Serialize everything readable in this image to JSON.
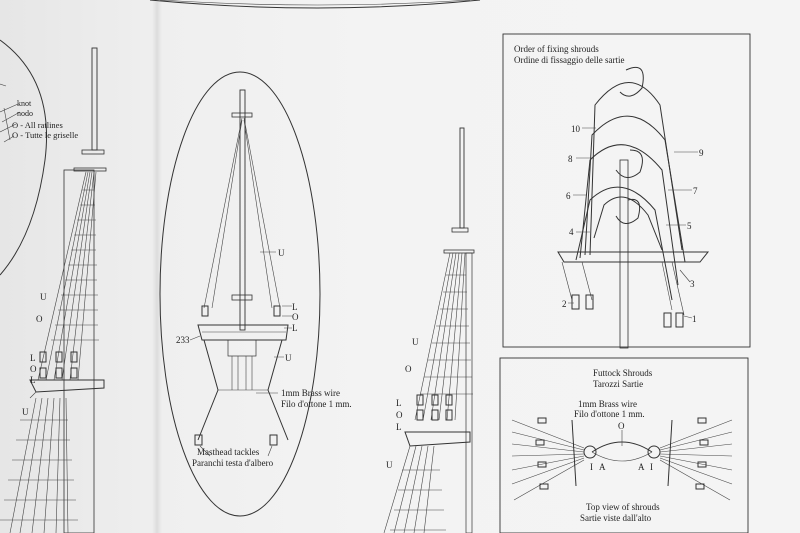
{
  "left_legend": {
    "knot_en": "knot",
    "knot_it": "nodo",
    "ratlines_en": "O - All ratlines",
    "ratlines_it": "O - Tutte le griselle"
  },
  "mast_labels": {
    "U": "U",
    "O": "O",
    "L": "L",
    "n233": "233"
  },
  "masthead": {
    "wire_en": "1mm Brass wire",
    "wire_it": "Filo d'ottone 1 mm.",
    "caption_en": "Masthead tackles",
    "caption_it": "Paranchi testa d'albero"
  },
  "order_box": {
    "title_en": "Order of fixing shrouds",
    "title_it": "Ordine di fissaggio delle sartie",
    "numbers": [
      "1",
      "2",
      "3",
      "4",
      "5",
      "6",
      "7",
      "8",
      "9",
      "10"
    ]
  },
  "futtock_box": {
    "title_en": "Futtock Shrouds",
    "title_it": "Tarozzi Sartie",
    "wire_en": "1mm Brass wire",
    "wire_it": "Filo d'ottone 1 mm.",
    "o_label": "O",
    "i_label": "I",
    "a_label": "A",
    "caption_en": "Top view of shrouds",
    "caption_it": "Sartie viste dall'alto"
  }
}
